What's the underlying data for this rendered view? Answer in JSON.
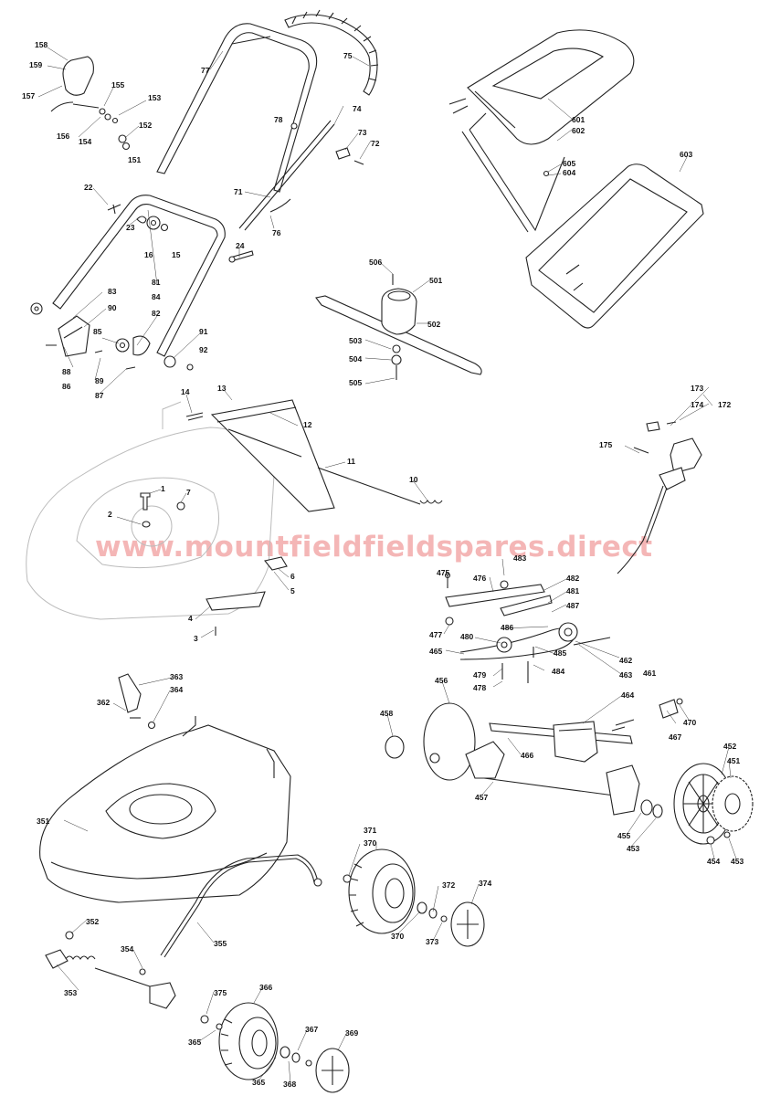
{
  "watermark": "www.mountfieldfieldspares.direct",
  "labels": {
    "l158": "158",
    "l159": "159",
    "l157": "157",
    "l155": "155",
    "l153": "153",
    "l156": "156",
    "l154": "154",
    "l152": "152",
    "l151": "151",
    "l77": "77",
    "l75": "75",
    "l78": "78",
    "l74": "74",
    "l73": "73",
    "l72": "72",
    "l22": "22",
    "l71": "71",
    "l76": "76",
    "l23": "23",
    "l16": "16",
    "l15": "15",
    "l24": "24",
    "l81": "81",
    "l83": "83",
    "l84": "84",
    "l90": "90",
    "l82": "82",
    "l85": "85",
    "l91": "91",
    "l92": "92",
    "l88": "88",
    "l86": "86",
    "l89": "89",
    "l87": "87",
    "l601": "601",
    "l602": "602",
    "l603": "603",
    "l605": "605",
    "l604": "604",
    "l506": "506",
    "l501": "501",
    "l502": "502",
    "l503": "503",
    "l504": "504",
    "l505": "505",
    "l14": "14",
    "l13": "13",
    "l12": "12",
    "l11": "11",
    "l10": "10",
    "l1": "1",
    "l7": "7",
    "l2": "2",
    "l6": "6",
    "l5": "5",
    "l4": "4",
    "l3": "3",
    "l173": "173",
    "l174": "174",
    "l172": "172",
    "l175": "175",
    "l483": "483",
    "l475": "475",
    "l476": "476",
    "l482": "482",
    "l481": "481",
    "l487": "487",
    "l477": "477",
    "l486": "486",
    "l480": "480",
    "l465": "465",
    "l485": "485",
    "l462": "462",
    "l463": "463",
    "l461": "461",
    "l479": "479",
    "l484": "484",
    "l478": "478",
    "l464": "464",
    "l456": "456",
    "l458": "458",
    "l467": "467",
    "l470": "470",
    "l466": "466",
    "l457": "457",
    "l452": "452",
    "l451": "451",
    "l455": "455",
    "l453a": "453",
    "l454": "454",
    "l453b": "453",
    "l363": "363",
    "l362": "362",
    "l364": "364",
    "l351": "351",
    "l371": "371",
    "l370a": "370",
    "l372": "372",
    "l374": "374",
    "l370b": "370",
    "l373": "373",
    "l352": "352",
    "l355": "355",
    "l354": "354",
    "l353": "353",
    "l375": "375",
    "l366": "366",
    "l365a": "365",
    "l367": "367",
    "l369": "369",
    "l365b": "365",
    "l368": "368"
  }
}
